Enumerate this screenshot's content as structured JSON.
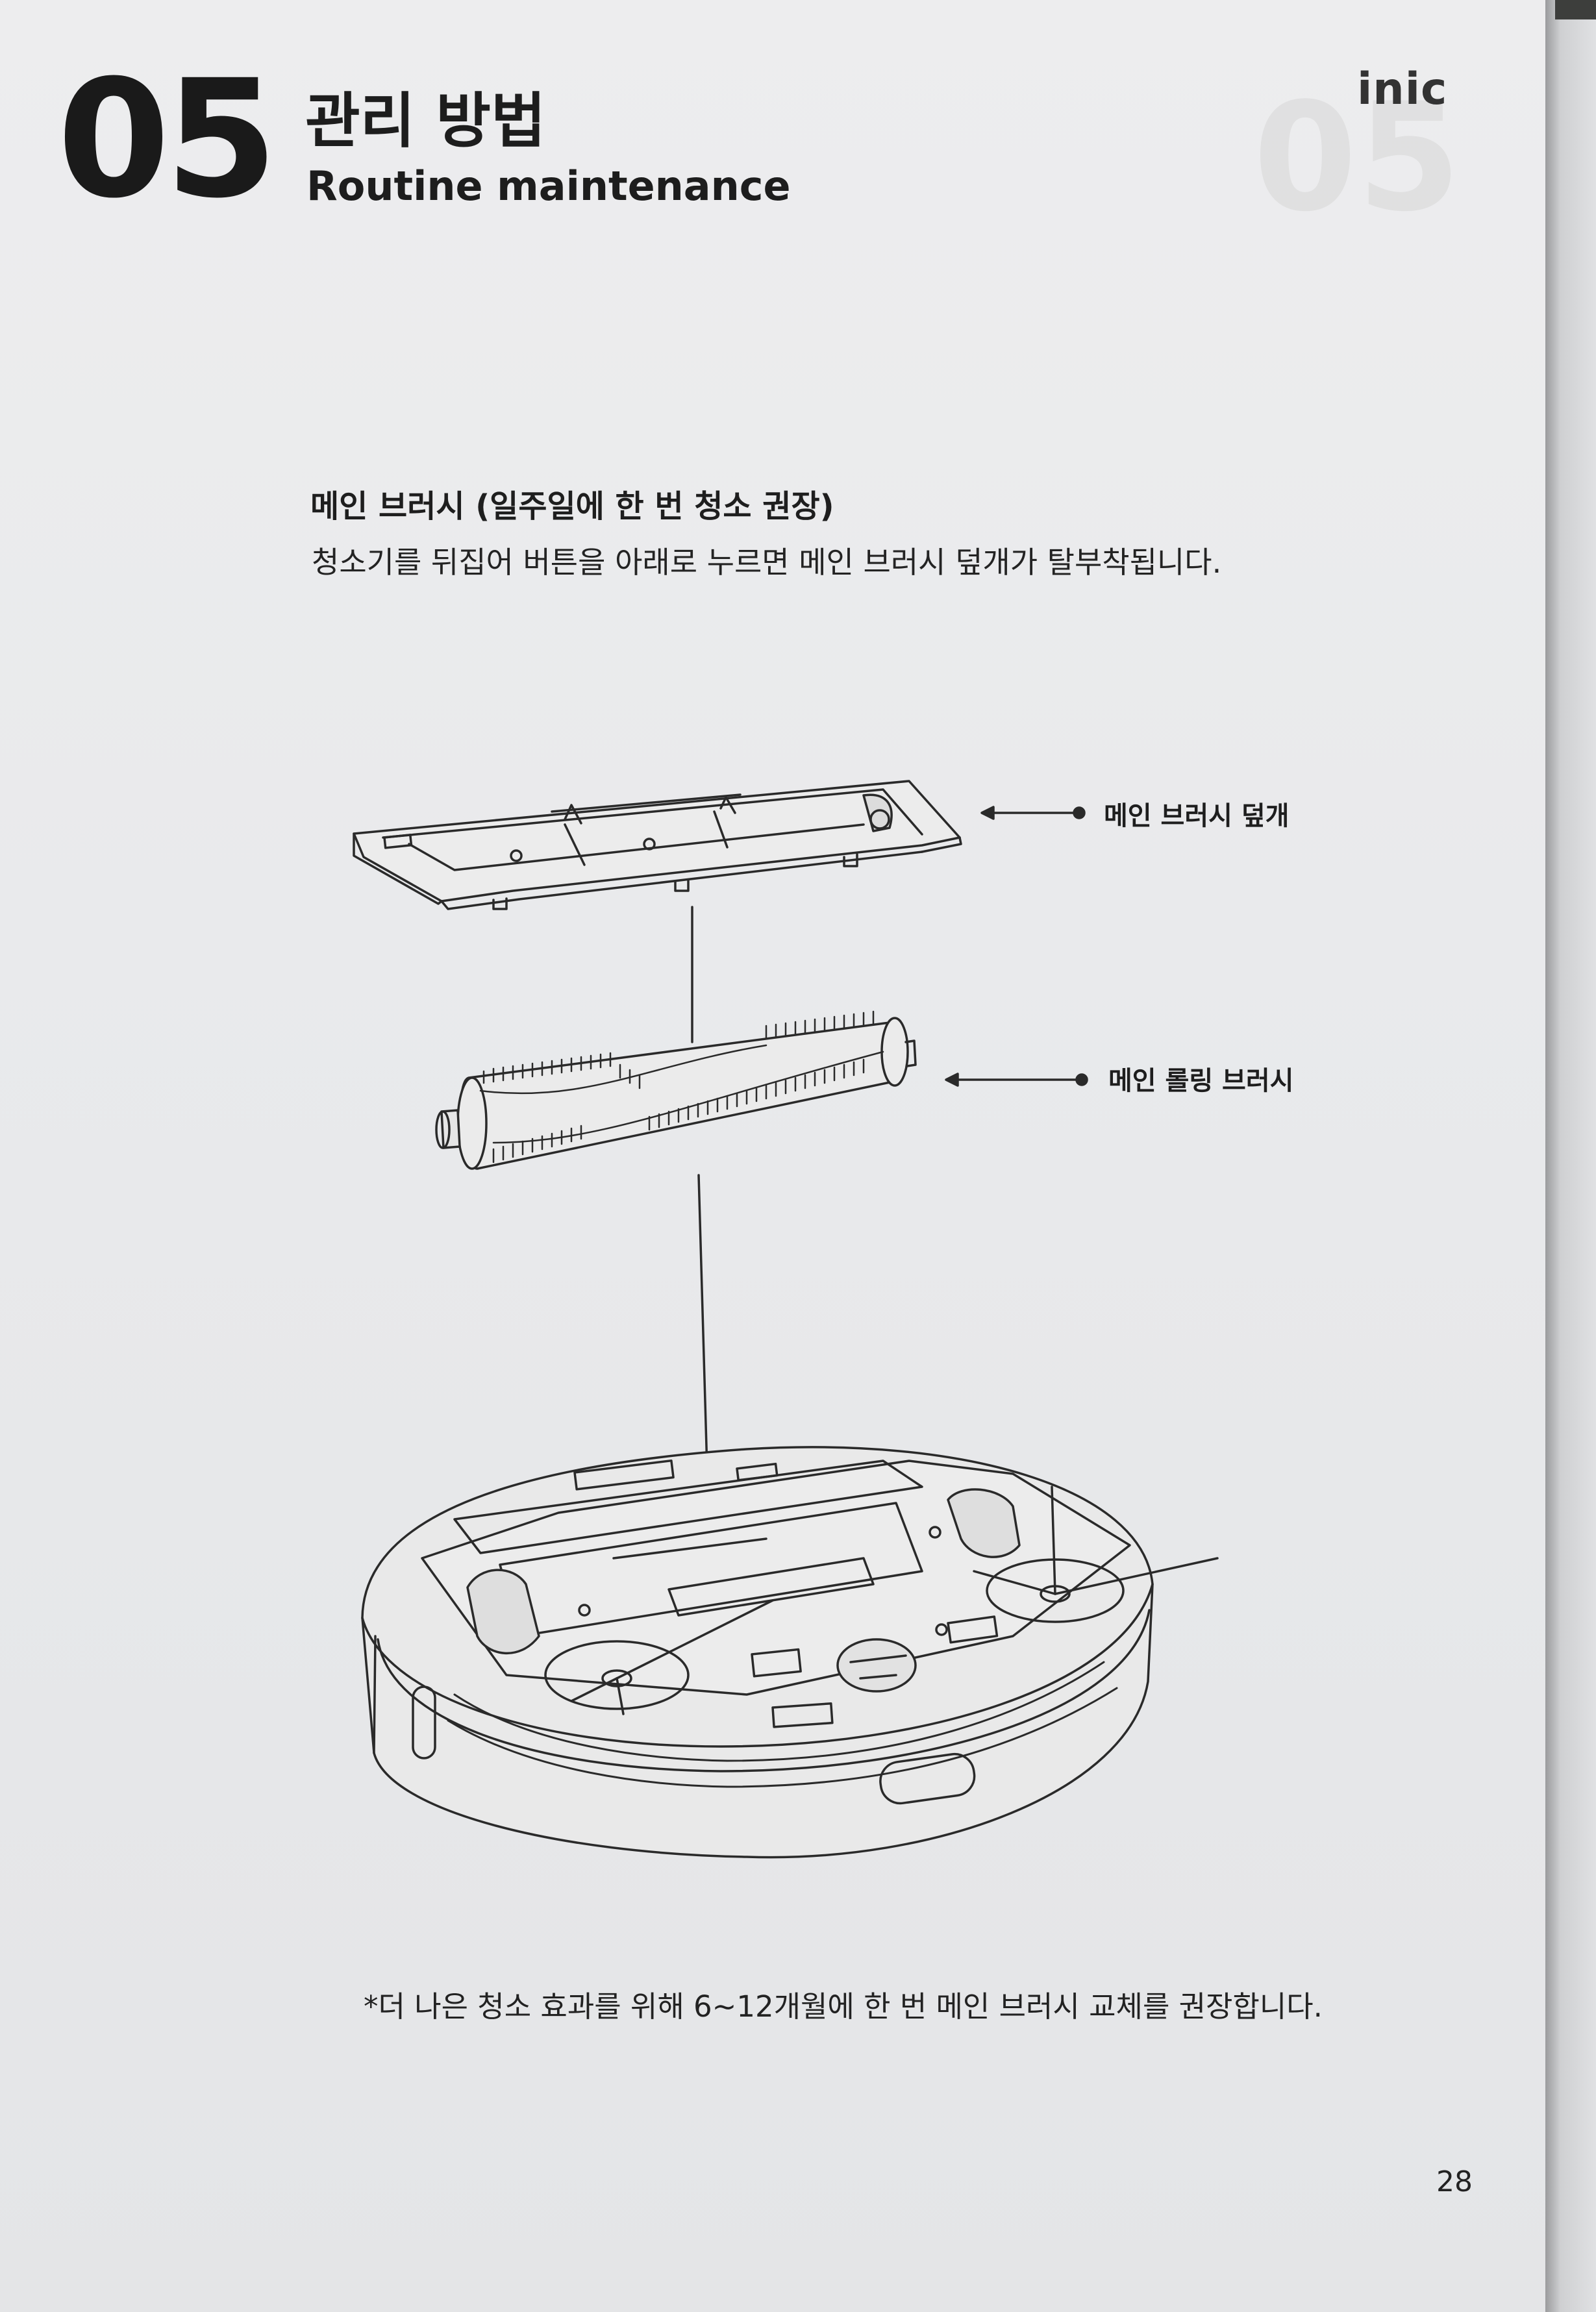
{
  "header": {
    "chapter_number": "05",
    "title_korean": "관리 방법",
    "title_english": "Routine maintenance",
    "brand_logo": "inic"
  },
  "section": {
    "heading": "메인 브러시 (일주일에 한 번 청소 권장)",
    "description": "청소기를 뒤집어 버튼을 아래로 누르면 메인 브러시 덮개가 탈부착됩니다."
  },
  "diagram": {
    "labels": {
      "cover": "메인 브러시 덮개",
      "rolling_brush": "메인 롤링 브러시"
    },
    "icons": [
      "brush-cover-illustration",
      "rolling-brush-illustration",
      "robot-vacuum-underside-illustration",
      "arrow-left-icon"
    ]
  },
  "footer": {
    "note": "*더 나은 청소 효과를 위해 6~12개월에 한 번 메인 브러시 교체를 권장합니다.",
    "page_number": "28"
  }
}
